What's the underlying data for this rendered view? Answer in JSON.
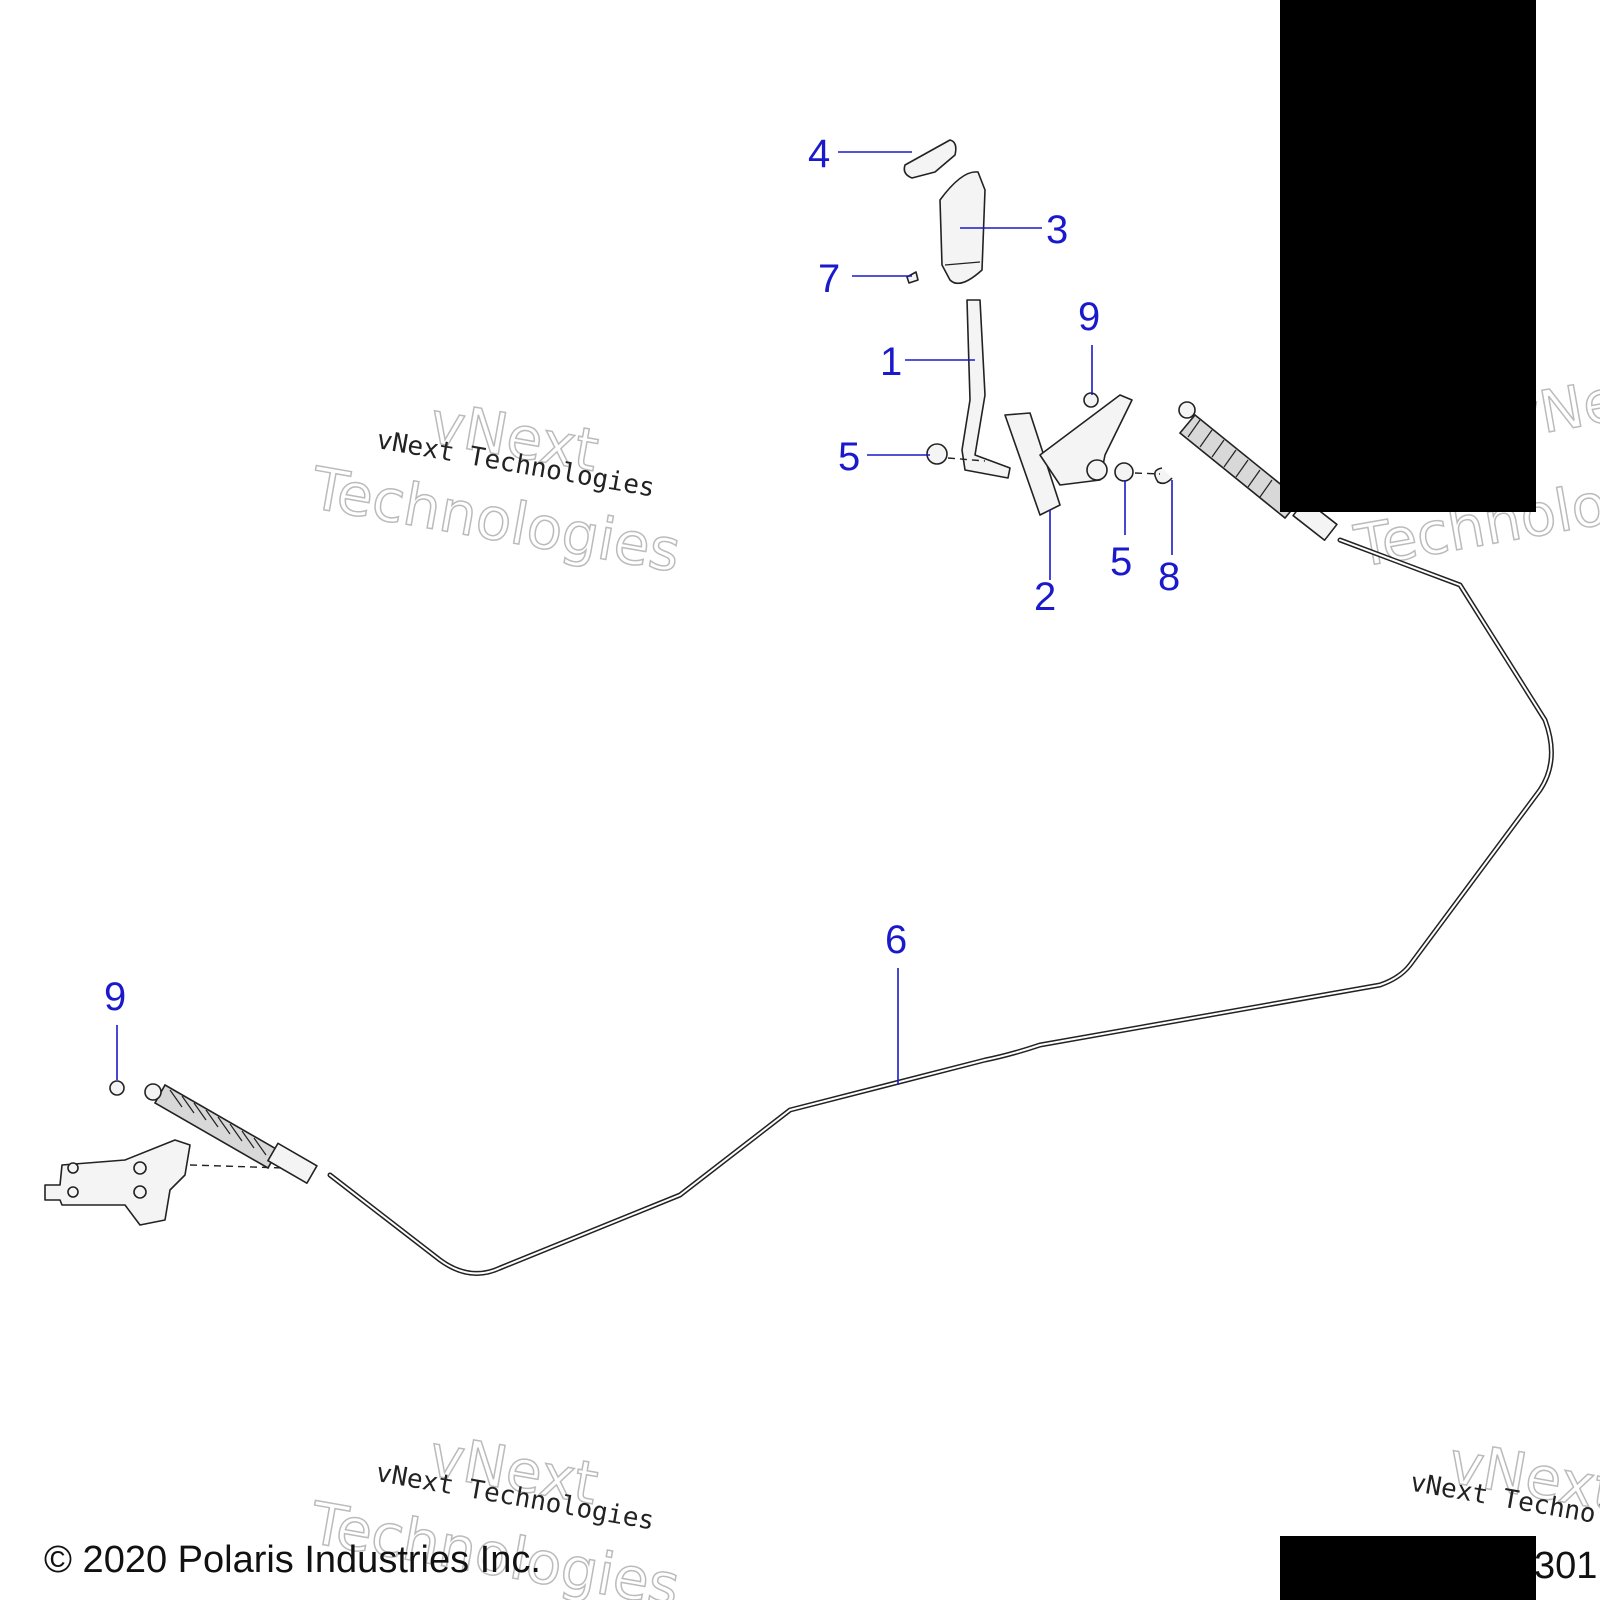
{
  "callouts": {
    "c1": "1",
    "c2": "2",
    "c3": "3",
    "c4": "4",
    "c5a": "5",
    "c5b": "5",
    "c6": "6",
    "c7": "7",
    "c8": "8",
    "c9a": "9",
    "c9b": "9"
  },
  "watermark": {
    "line1": "vNext Technologies",
    "line2a": "vNext",
    "line2b": "Technologies"
  },
  "footer": {
    "copyright": "© 2020 Polaris Industries Inc.",
    "code_fragment": "301"
  },
  "colors": {
    "callout": "#1a1acc",
    "redaction": "#000000"
  }
}
